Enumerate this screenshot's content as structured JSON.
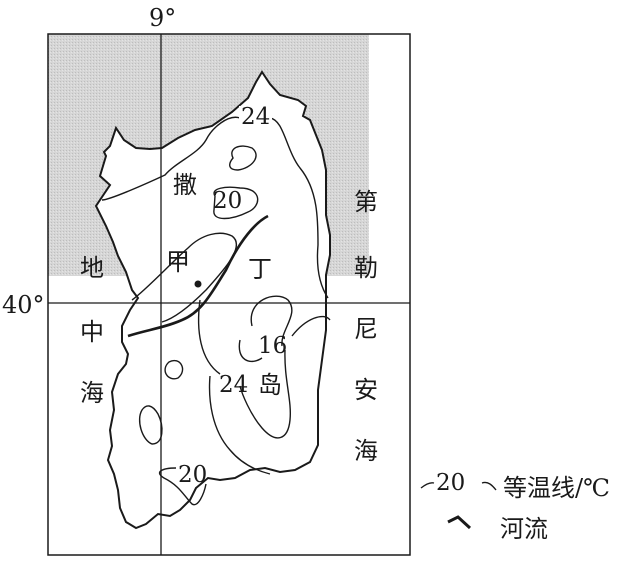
{
  "map": {
    "lon_label": "9°",
    "lat_label": "40°",
    "sea_color": "#d4d4d4",
    "land_color": "#ffffff",
    "line_color": "#1a1a1a"
  },
  "places": {
    "west_sea": [
      "地",
      "中",
      "海"
    ],
    "east_sea": [
      "第",
      "勒",
      "尼",
      "安",
      "海"
    ],
    "island": [
      "岛"
    ],
    "sa": "撒",
    "jia": "甲",
    "ding": "丁",
    "island_suffix": "岛"
  },
  "isotherms": [
    {
      "label": "24",
      "position": "north"
    },
    {
      "label": "20",
      "position": "north-center"
    },
    {
      "label": "16",
      "position": "east-center"
    },
    {
      "label": "24",
      "position": "center-south"
    },
    {
      "label": "20",
      "position": "south"
    }
  ],
  "legend": {
    "isotherm_sample": "20",
    "isotherm_label": "等温线/℃",
    "river_label": "河流"
  }
}
